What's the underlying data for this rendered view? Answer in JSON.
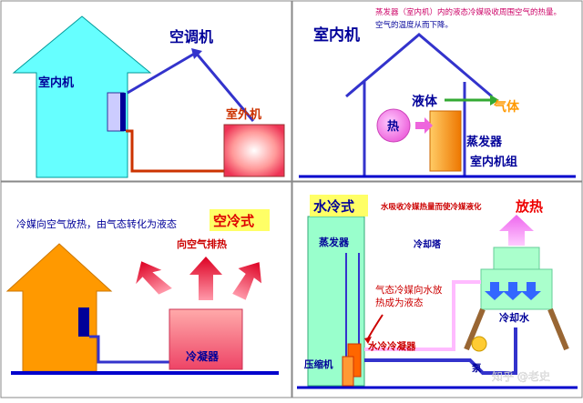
{
  "panel1": {
    "title": "空调机",
    "indoor_unit": "室内机",
    "outdoor_unit": "室外机"
  },
  "panel2": {
    "caption": "蒸发器（室内机）内的液态冷媒吸收周围空气的热量。",
    "caption2": "空气的温度从而下降。",
    "title": "室内机",
    "liquid": "液体",
    "gas": "气体",
    "heat": "热",
    "evaporator": "蒸发器",
    "indoor_group": "室内机组"
  },
  "panel3": {
    "description": "冷媒向空气放热，由气态转化为液态",
    "mode": "空冷式",
    "exhaust": "向空气排热",
    "condenser": "冷凝器"
  },
  "panel4": {
    "mode": "水冷式",
    "description": "水吸收冷媒热量而使冷媒液化",
    "heat_release": "放热",
    "evaporator": "蒸发器",
    "cooling_tower": "冷却塔",
    "gas_note_1": "气态冷媒向水放",
    "gas_note_2": "热成为液态",
    "cooling_water": "冷却水",
    "water_condenser": "水冷冷凝器",
    "compressor": "压缩机",
    "pump": "泵"
  },
  "watermark": "知乎 @老史",
  "colors": {
    "house_blue": "#66ffff",
    "house_green": "#33cc33",
    "house_orange": "#ff9900",
    "pipe_red": "#cc3300",
    "title_blue": "#000099",
    "mode_box": "#ffff66",
    "ground_blue": "#0000cc"
  }
}
